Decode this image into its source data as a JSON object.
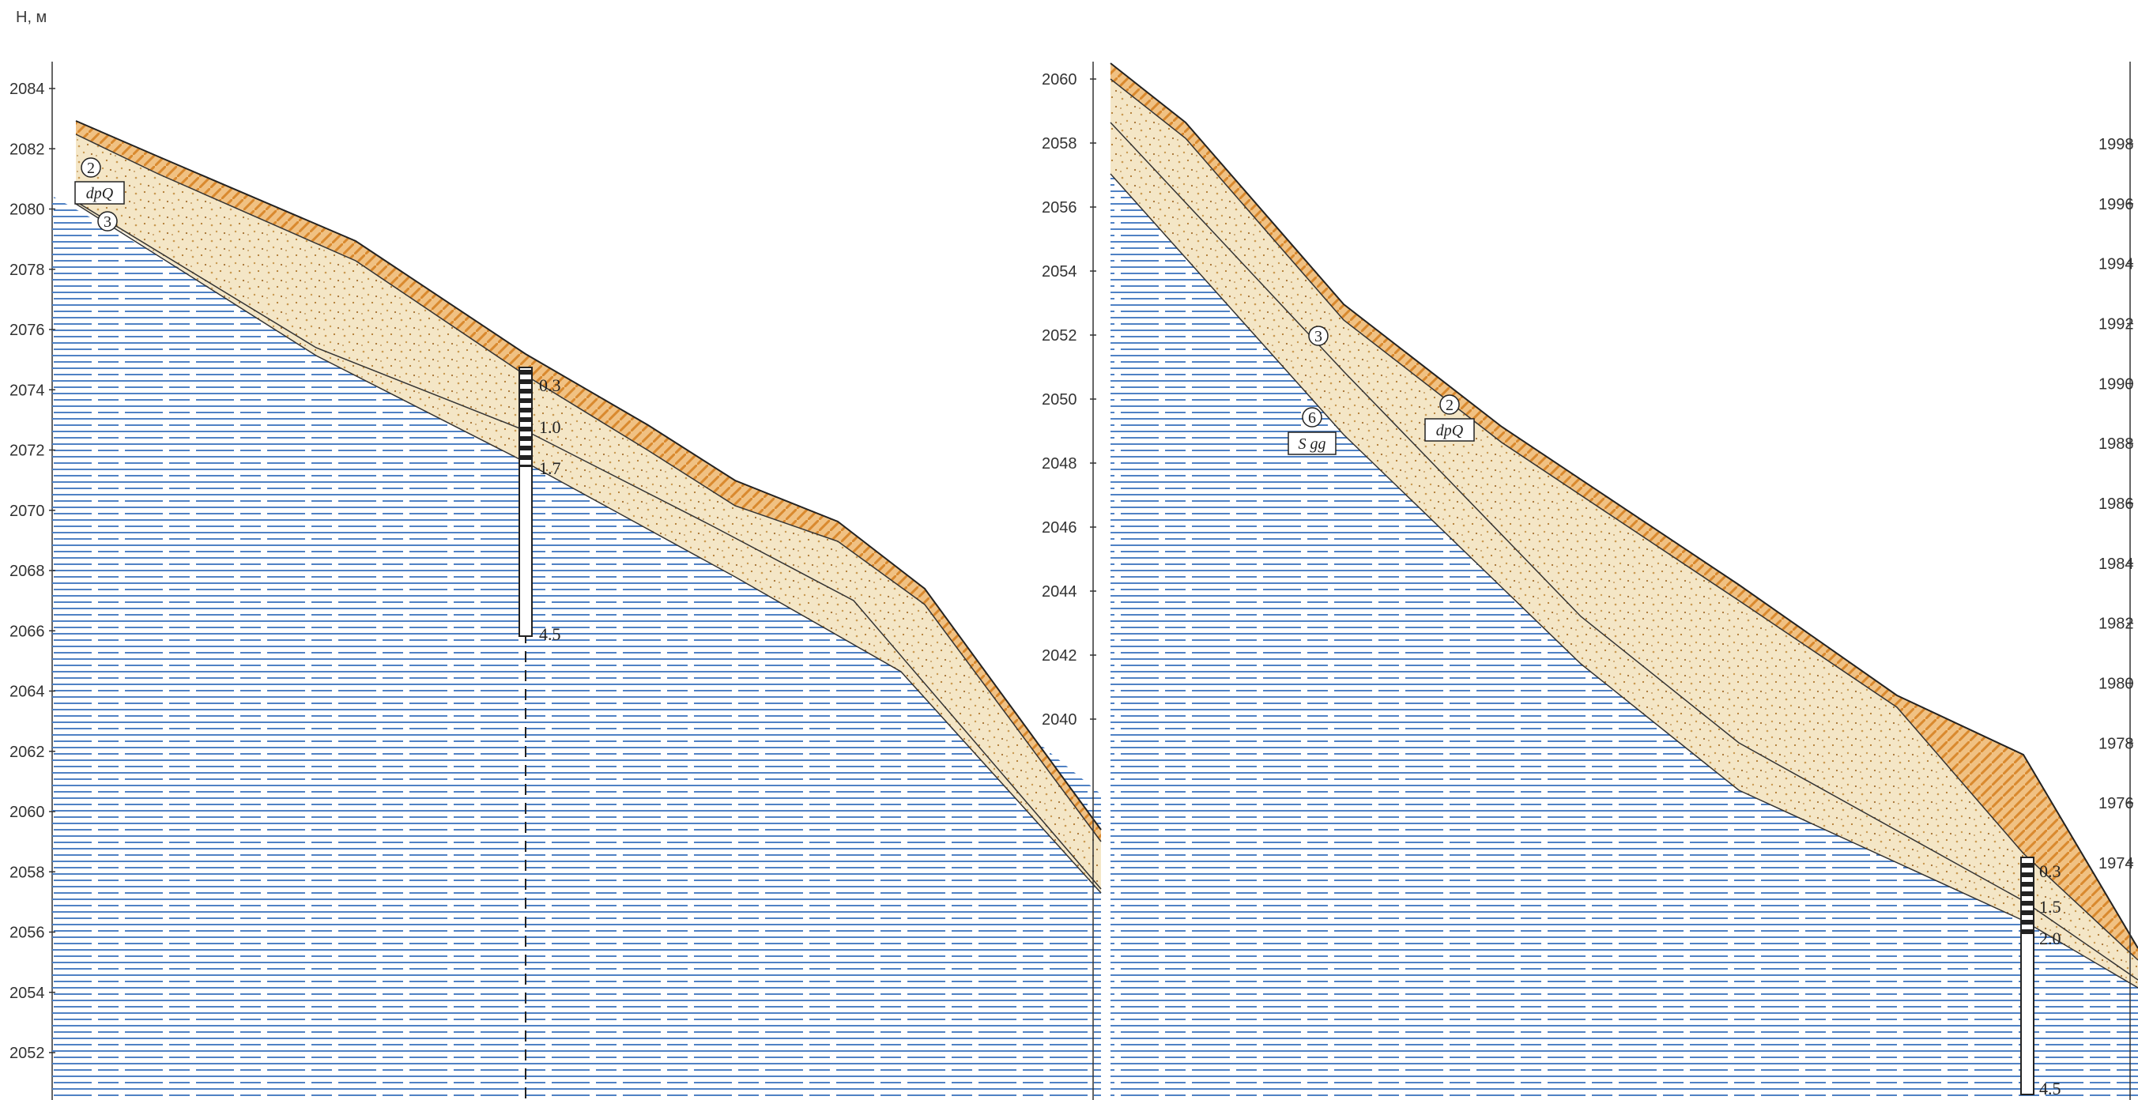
{
  "axis_title": "Н, м",
  "left_scale": {
    "min": 2052,
    "max": 2084,
    "step": 2
  },
  "mid_scale": {
    "min": 2040,
    "max": 2060,
    "step": 2
  },
  "right_scale": {
    "min": 1974,
    "max": 1998,
    "step": 2,
    "tick_labels": [
      "1998",
      "1996",
      "1994",
      "1992",
      "1990",
      "1988",
      "1986",
      "1984",
      "1982",
      "1980",
      "1978",
      "1976",
      "1974"
    ]
  },
  "boreholes": [
    {
      "id": "bh1",
      "depths": [
        "0.3",
        "1.0",
        "1.7",
        "4.5"
      ]
    },
    {
      "id": "bh2",
      "depths": [
        "0.3",
        "1.5",
        "2.0",
        "4.5"
      ]
    }
  ],
  "layer_tags": [
    {
      "id": "t1",
      "num": "2",
      "index": "dpQ"
    },
    {
      "id": "t2",
      "num": "3"
    },
    {
      "id": "t3",
      "num": "3"
    },
    {
      "id": "t4",
      "num": "6",
      "index": "S gg"
    },
    {
      "id": "t5",
      "num": "2",
      "index": "dpQ"
    }
  ],
  "colors": {
    "soil": "#d9892e",
    "loam": "#f4e6c6",
    "bedrock_lines": "#4f81c4",
    "outline": "#222222"
  }
}
